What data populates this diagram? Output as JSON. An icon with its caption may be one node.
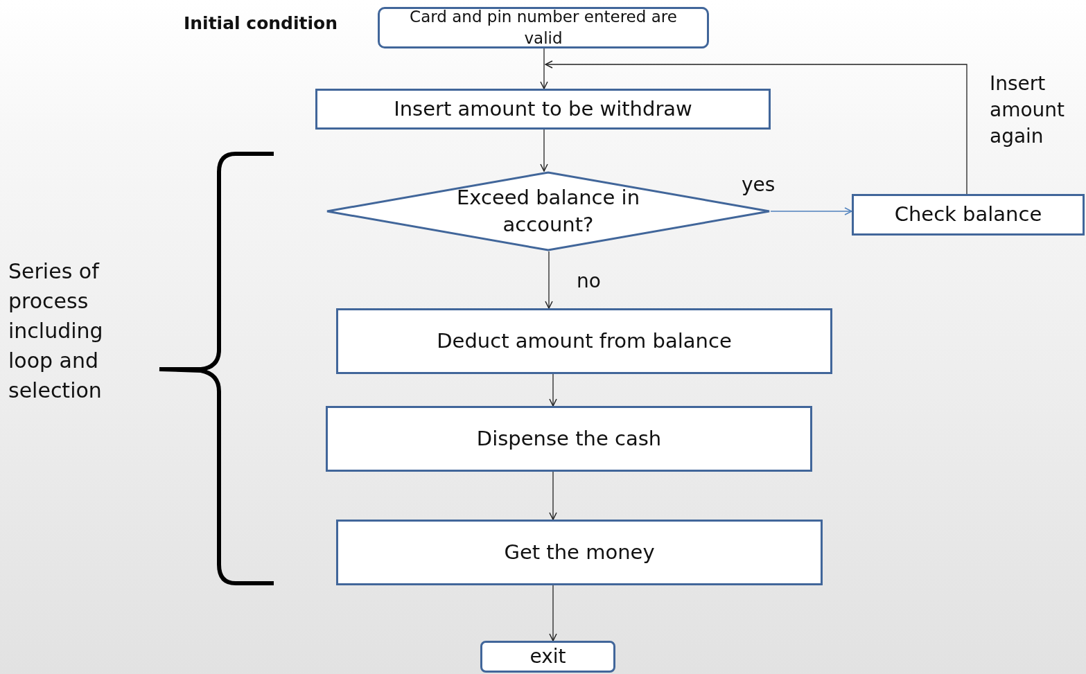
{
  "diagram": {
    "nodes": [
      {
        "text": [
          "Card and pin number entered are valid"
        ]
      },
      {
        "text": [
          "Insert amount to be withdraw"
        ]
      },
      {
        "text": [
          "Exceed balance in account?"
        ]
      },
      {
        "text": [
          "Check balance"
        ]
      },
      {
        "text": [
          "Deduct amount from balance"
        ]
      },
      {
        "text": [
          "Dispense the cash"
        ]
      },
      {
        "text": [
          "Get the money"
        ]
      },
      {
        "text": [
          "exit"
        ]
      }
    ],
    "edges": [
      {
        "from": 0,
        "to": 1,
        "arrow": "to"
      },
      {
        "from": 1,
        "to": 2,
        "arrow": "to"
      },
      {
        "from": 2,
        "to": 3,
        "arrow": "to",
        "label": "yes",
        "color": "#4f81bd"
      },
      {
        "from": 3,
        "to": 1,
        "arrow": "to",
        "label": "Insert amount again"
      },
      {
        "from": 2,
        "to": 4,
        "arrow": "to",
        "label": "no"
      },
      {
        "from": 4,
        "to": 5,
        "arrow": "to"
      },
      {
        "from": 5,
        "to": 6,
        "arrow": "to"
      },
      {
        "from": 6,
        "to": 7,
        "arrow": "to"
      }
    ],
    "labels": [
      "Initial condition",
      "Series of process including loop and selection"
    ]
  }
}
